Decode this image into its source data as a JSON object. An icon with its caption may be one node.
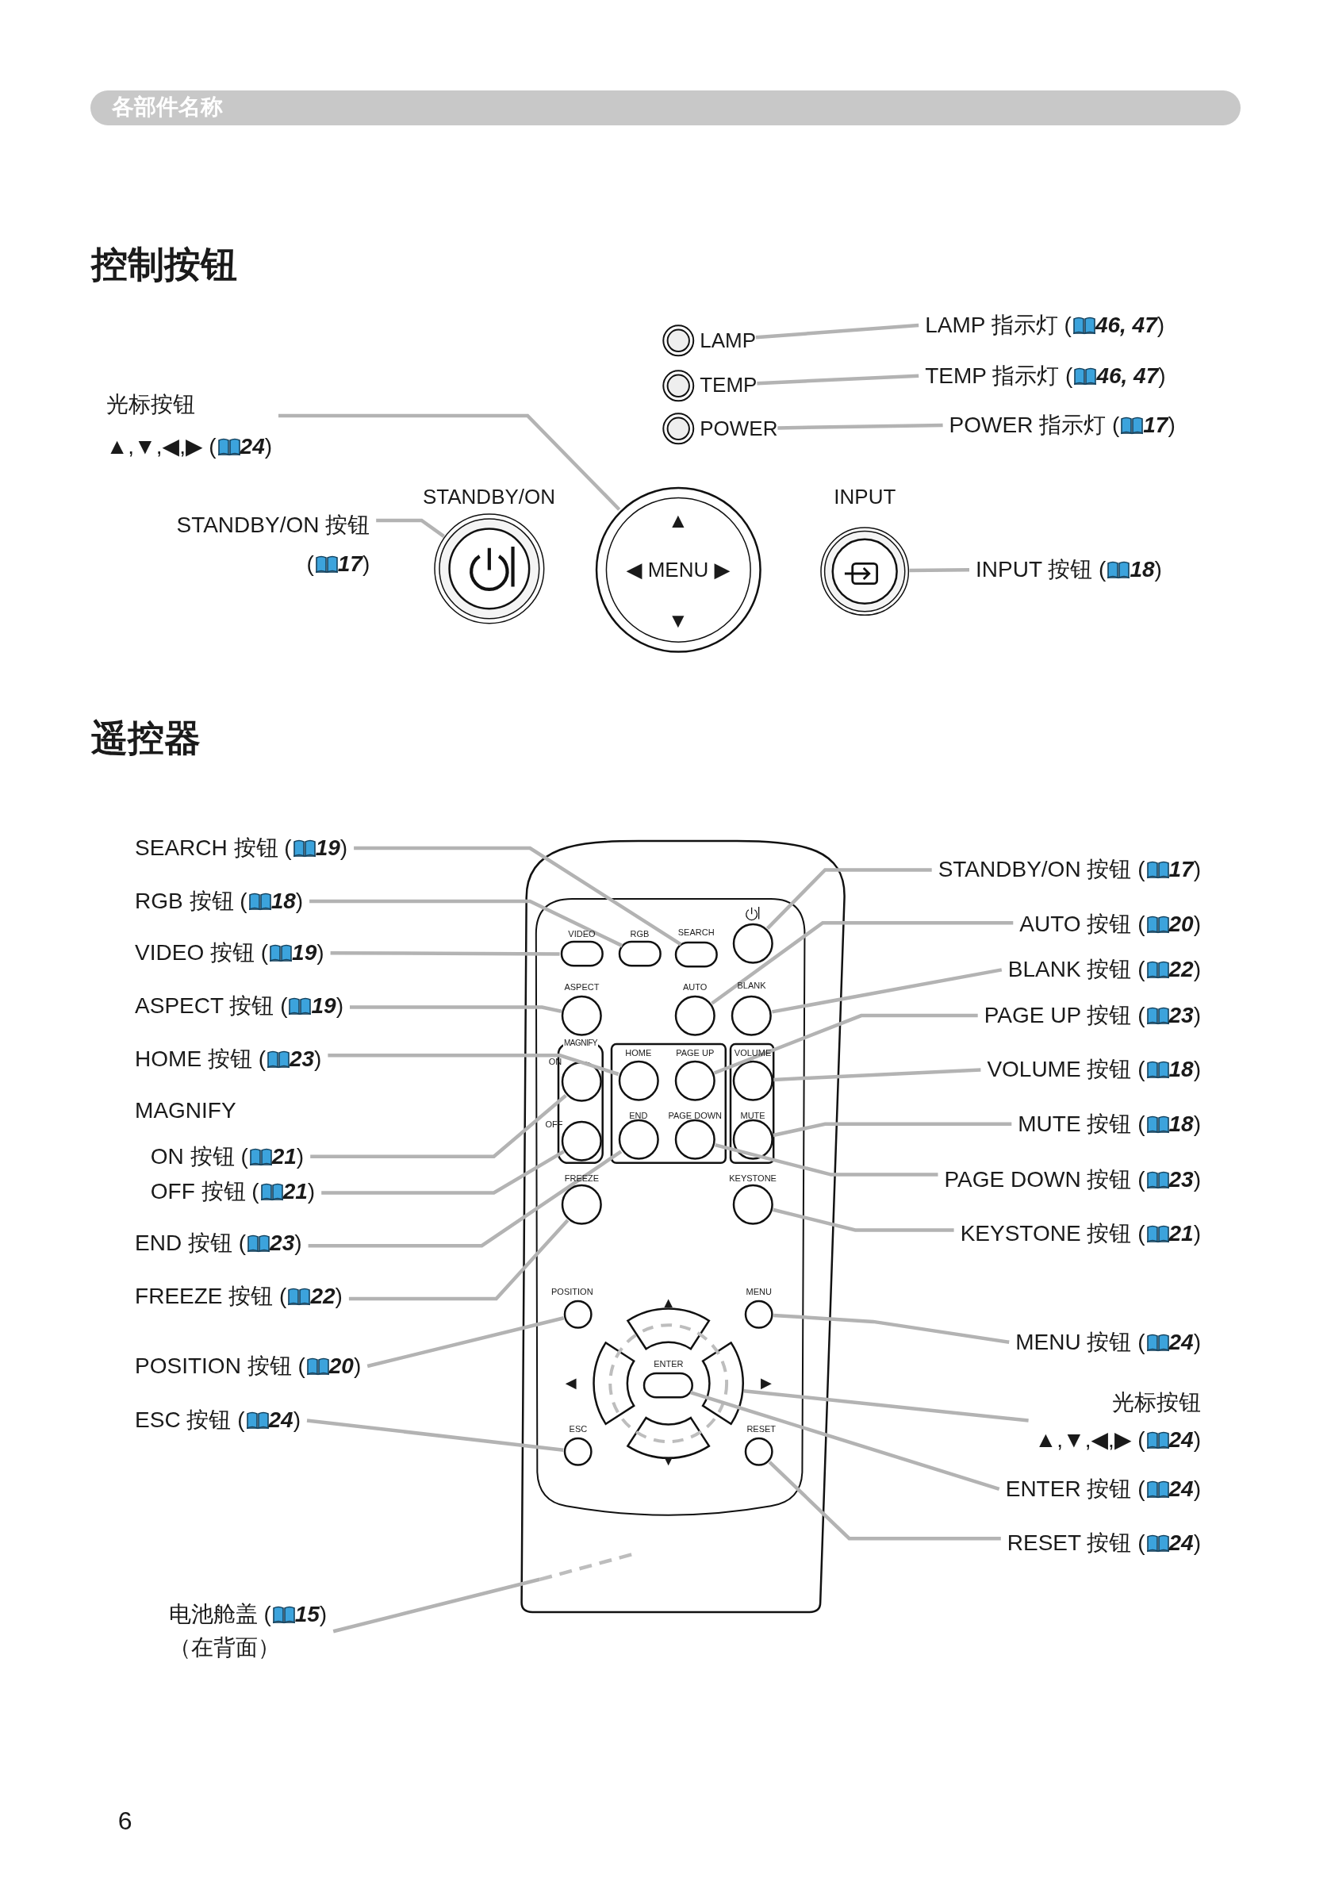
{
  "diagram": {
    "nodes": [
      {
        "text": [
          "各部件名称"
        ]
      },
      {
        "text": [
          "光标按钮",
          "▲,▼,◀,▶ (📖24)"
        ]
      },
      {
        "text": [
          "STANDBY/ON 按钮 (📖17)"
        ]
      },
      {
        "text": [
          "LAMP"
        ]
      },
      {
        "text": [
          "TEMP"
        ]
      },
      {
        "text": [
          "POWER"
        ]
      },
      {
        "text": [
          "LAMP 指示灯 (📖46, 47)"
        ]
      },
      {
        "text": [
          "TEMP 指示灯 (📖46, 47)"
        ]
      },
      {
        "text": [
          "POWER 指示灯 (📖17)"
        ]
      },
      {
        "text": [
          "STANDBY/ON"
        ]
      },
      {
        "text": [
          "▲",
          "◀ MENU ▶",
          "▼"
        ]
      },
      {
        "text": [
          "INPUT"
        ]
      },
      {
        "text": [
          "INPUT 按钮 (📖18)"
        ]
      },
      {
        "text": [
          "SEARCH 按钮 (📖19)"
        ]
      },
      {
        "text": [
          "STANDBY/ON 按钮 (📖17)"
        ]
      },
      {
        "text": [],
        "shape": "box"
      },
      {
        "text": [
          "VIDEO"
        ],
        "in": 15
      },
      {
        "text": [
          "RGB"
        ],
        "in": 15
      },
      {
        "text": [
          "SEARCH"
        ],
        "in": 15
      },
      {
        "text": [],
        "shape": "circle",
        "in": 15
      },
      {
        "text": [
          "ASPECT"
        ],
        "in": 15
      },
      {
        "text": [
          "AUTO"
        ],
        "in": 15
      },
      {
        "text": [
          "BLANK"
        ],
        "in": 15
      },
      {
        "text": [
          "MAGNIFY"
        ],
        "in": 15
      },
      {
        "text": [
          "ON"
        ],
        "in": 23
      },
      {
        "text": [
          "OFF"
        ],
        "in": 23
      },
      {
        "text": [],
        "shape": "box",
        "in": 15
      },
      {
        "text": [
          "HOME"
        ],
        "in": 26
      },
      {
        "text": [
          "PAGE UP"
        ],
        "in": 26
      },
      {
        "text": [
          "END"
        ],
        "in": 26
      },
      {
        "text": [
          "PAGE DOWN"
        ],
        "in": 26
      },
      {
        "text": [],
        "shape": "box",
        "in": 15
      },
      {
        "text": [
          "VOLUME"
        ],
        "in": 31
      },
      {
        "text": [
          "MUTE"
        ],
        "in": 31
      },
      {
        "text": [
          "FREEZE"
        ],
        "in": 15
      },
      {
        "text": [
          "KEYSTONE"
        ],
        "in": 15
      },
      {
        "text": [
          "POSITION"
        ],
        "in": 15
      },
      {
        "text": [
          "MENU"
        ],
        "in": 15
      },
      {
        "text": [],
        "shape": "circle",
        "in": 15
      },
      {
        "text": [
          "ENTER"
        ],
        "in": 38
      },
      {
        "text": [
          "ESC"
        ],
        "in": 15
      },
      {
        "text": [
          "RESET"
        ],
        "in": 15
      },
      {
        "text": [
          "RGB 按钮 (📖18)"
        ]
      },
      {
        "text": [
          "AUTO 按钮 (📖20)"
        ]
      },
      {
        "text": [
          "VIDEO 按钮 (📖19)"
        ]
      },
      {
        "text": [
          "BLANK 按钮 (📖22)"
        ]
      },
      {
        "text": [
          "ASPECT 按钮 (📖19)"
        ]
      },
      {
        "text": [
          "PAGE UP 按钮 (📖23)"
        ]
      },
      {
        "text": [
          "HOME 按钮 (📖23)"
        ]
      },
      {
        "text": [
          "VOLUME 按钮 (📖18)"
        ]
      },
      {
        "text": [
          "ON 按钮 (📖21)"
        ]
      },
      {
        "text": [
          "MUTE 按钮 (📖18)"
        ]
      },
      {
        "text": [
          "OFF 按钮 (📖21)"
        ]
      },
      {
        "text": [
          "PAGE DOWN 按钮 (📖23)"
        ]
      },
      {
        "text": [
          "END 按钮 (📖23)"
        ]
      },
      {
        "text": [
          "KEYSTONE 按钮 (📖21)"
        ]
      },
      {
        "text": [
          "FREEZE 按钮 (📖22)"
        ]
      },
      {
        "text": [
          "MENU 按钮 (📖24)"
        ]
      },
      {
        "text": [
          "POSITION 按钮 (📖20)"
        ]
      },
      {
        "text": [
          "光标按钮",
          "▲,▼,◀,▶ (📖24)"
        ]
      },
      {
        "text": [
          "ESC 按钮 (📖24)"
        ]
      },
      {
        "text": [
          "ENTER 按钮 (📖24)"
        ]
      },
      {
        "text": [
          "RESET 按钮 (📖24)"
        ]
      },
      {
        "text": [
          "电池舱盖 (📖15)",
          "（在背面）"
        ]
      }
    ],
    "edges": [
      {
        "from": 1,
        "to": 10,
        "arrow": "none"
      },
      {
        "from": 2,
        "to": 9,
        "arrow": "none"
      },
      {
        "from": 6,
        "to": 3,
        "arrow": "none"
      },
      {
        "from": 7,
        "to": 4,
        "arrow": "none"
      },
      {
        "from": 8,
        "to": 5,
        "arrow": "none"
      },
      {
        "from": 12,
        "to": 11,
        "arrow": "none"
      },
      {
        "from": 13,
        "to": 18,
        "arrow": "none"
      },
      {
        "from": 14,
        "to": 19,
        "arrow": "none"
      },
      {
        "from": 42,
        "to": 17,
        "arrow": "none"
      },
      {
        "from": 43,
        "to": 21,
        "arrow": "none"
      },
      {
        "from": 44,
        "to": 16,
        "arrow": "none"
      },
      {
        "from": 45,
        "to": 22,
        "arrow": "none"
      },
      {
        "from": 46,
        "to": 20,
        "arrow": "none"
      },
      {
        "from": 47,
        "to": 28,
        "arrow": "none"
      },
      {
        "from": 48,
        "to": 27,
        "arrow": "none"
      },
      {
        "from": 49,
        "to": 32,
        "arrow": "none"
      },
      {
        "from": 50,
        "to": 24,
        "arrow": "none"
      },
      {
        "from": 51,
        "to": 33,
        "arrow": "none"
      },
      {
        "from": 52,
        "to": 25,
        "arrow": "none"
      },
      {
        "from": 53,
        "to": 30,
        "arrow": "none"
      },
      {
        "from": 54,
        "to": 29,
        "arrow": "none"
      },
      {
        "from": 55,
        "to": 35,
        "arrow": "none"
      },
      {
        "from": 56,
        "to": 34,
        "arrow": "none"
      },
      {
        "from": 57,
        "to": 37,
        "arrow": "none"
      },
      {
        "from": 58,
        "to": 36,
        "arrow": "none"
      },
      {
        "from": 59,
        "to": 38,
        "arrow": "none"
      },
      {
        "from": 60,
        "to": 40,
        "arrow": "none"
      },
      {
        "from": 61,
        "to": 39,
        "arrow": "none"
      },
      {
        "from": 62,
        "to": 41,
        "arrow": "none"
      },
      {
        "from": 63,
        "to": 15,
        "arrow": "none"
      }
    ],
    "labels": [
      "控制按钮",
      "遥控器",
      "MAGNIFY",
      "▲",
      "◀",
      "▶",
      "▼",
      "6"
    ]
  }
}
